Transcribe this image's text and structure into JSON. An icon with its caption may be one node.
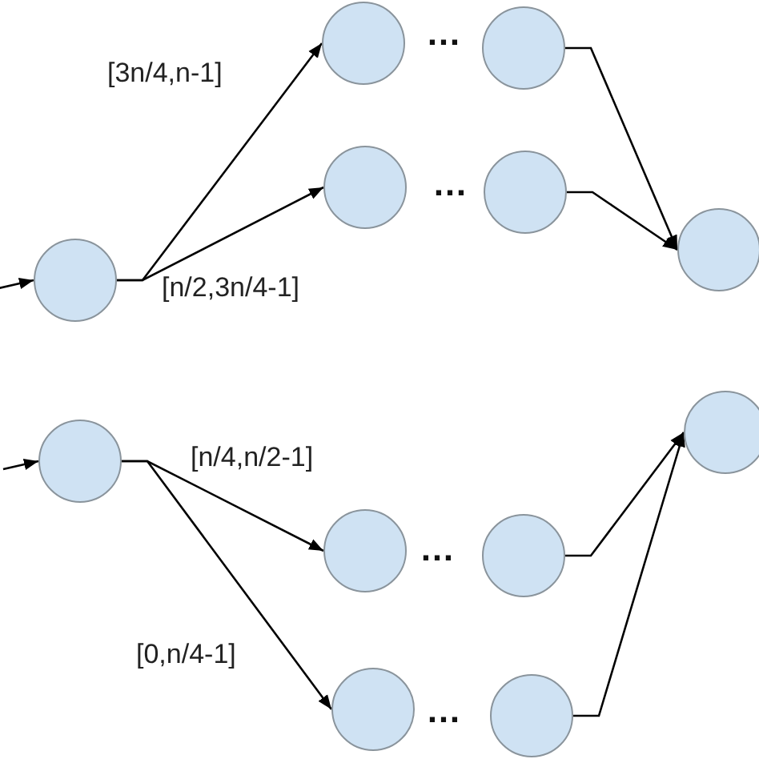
{
  "diagram": {
    "nodes": [
      {
        "text": [],
        "shape": "circle"
      },
      {
        "text": [],
        "shape": "circle"
      },
      {
        "text": [],
        "shape": "circle"
      },
      {
        "text": [],
        "shape": "circle"
      },
      {
        "text": [],
        "shape": "circle"
      },
      {
        "text": [],
        "shape": "circle"
      },
      {
        "text": [],
        "shape": "circle"
      },
      {
        "text": [],
        "shape": "circle"
      },
      {
        "text": [],
        "shape": "circle"
      },
      {
        "text": [],
        "shape": "circle"
      },
      {
        "text": [],
        "shape": "circle"
      },
      {
        "text": [],
        "shape": "circle"
      }
    ],
    "edges": [
      {
        "from": null,
        "to": 0,
        "arrow": "to"
      },
      {
        "from": 0,
        "to": 1,
        "arrow": "to",
        "label": "[3n/4,n-1]"
      },
      {
        "from": 0,
        "to": 3,
        "arrow": "to",
        "label": "[n/2,3n/4-1]"
      },
      {
        "from": 2,
        "to": 5,
        "arrow": "to"
      },
      {
        "from": 4,
        "to": 5,
        "arrow": "to"
      },
      {
        "from": null,
        "to": 6,
        "arrow": "to"
      },
      {
        "from": 6,
        "to": 7,
        "arrow": "to",
        "label": "[n/4,n/2-1]"
      },
      {
        "from": 6,
        "to": 9,
        "arrow": "to",
        "label": "[0,n/4-1]"
      },
      {
        "from": 8,
        "to": 11,
        "arrow": "to"
      },
      {
        "from": 10,
        "to": 11,
        "arrow": "to"
      }
    ],
    "labels": [
      "…",
      "…",
      "…",
      "…"
    ]
  }
}
